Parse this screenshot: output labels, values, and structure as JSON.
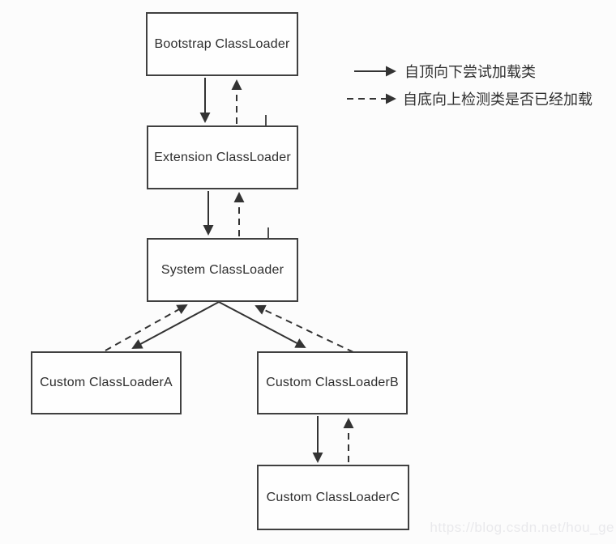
{
  "diagram": {
    "nodes": [
      {
        "id": "bootstrap",
        "label": "Bootstrap ClassLoader"
      },
      {
        "id": "extension",
        "label": "Extension ClassLoader"
      },
      {
        "id": "system",
        "label": "System ClassLoader"
      },
      {
        "id": "customA",
        "label": "Custom ClassLoaderA"
      },
      {
        "id": "customB",
        "label": "Custom ClassLoaderB"
      },
      {
        "id": "customC",
        "label": "Custom ClassLoaderC"
      }
    ],
    "legend": {
      "solid_label": "自顶向下尝试加载类",
      "dashed_label": "自底向上检测类是否已经加载"
    },
    "edges": [
      {
        "from": "bootstrap",
        "to": "extension",
        "style": "solid",
        "direction": "down"
      },
      {
        "from": "extension",
        "to": "bootstrap",
        "style": "dashed",
        "direction": "up"
      },
      {
        "from": "extension",
        "to": "system",
        "style": "solid",
        "direction": "down"
      },
      {
        "from": "system",
        "to": "extension",
        "style": "dashed",
        "direction": "up"
      },
      {
        "from": "system",
        "to": "customA",
        "style": "solid",
        "direction": "down"
      },
      {
        "from": "customA",
        "to": "system",
        "style": "dashed",
        "direction": "up"
      },
      {
        "from": "system",
        "to": "customB",
        "style": "solid",
        "direction": "down"
      },
      {
        "from": "customB",
        "to": "system",
        "style": "dashed",
        "direction": "up"
      },
      {
        "from": "customB",
        "to": "customC",
        "style": "solid",
        "direction": "down"
      },
      {
        "from": "customC",
        "to": "customB",
        "style": "dashed",
        "direction": "up"
      }
    ],
    "colors": {
      "line": "#333333",
      "box_border": "#404040",
      "box_bg": "#fefefe",
      "text": "#2e2e2e",
      "watermark": "#e9e9ec"
    }
  },
  "watermark": {
    "text": "https://blog.csdn.net/hou_ge"
  }
}
